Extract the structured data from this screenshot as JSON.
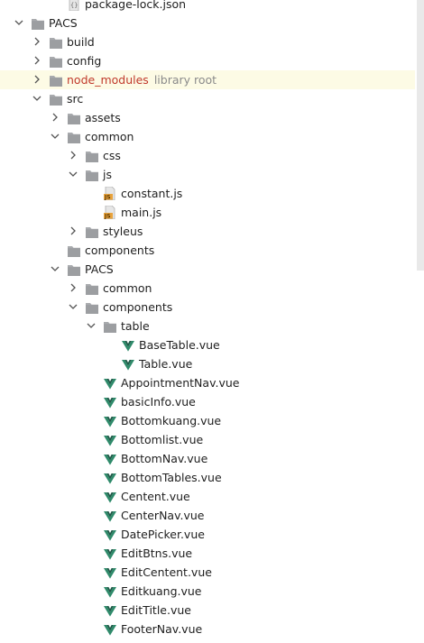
{
  "tree": [
    {
      "label": "package-lock.json",
      "icon": "json-file-icon",
      "depth": 2,
      "arrow": "none"
    },
    {
      "label": "PACS",
      "icon": "folder-icon",
      "depth": 0,
      "arrow": "down"
    },
    {
      "label": "build",
      "icon": "folder-icon",
      "depth": 1,
      "arrow": "right"
    },
    {
      "label": "config",
      "icon": "folder-icon",
      "depth": 1,
      "arrow": "right"
    },
    {
      "label": "node_modules",
      "hint": "library root",
      "icon": "folder-icon",
      "depth": 1,
      "arrow": "right",
      "highlight": true
    },
    {
      "label": "src",
      "icon": "folder-icon",
      "depth": 1,
      "arrow": "down"
    },
    {
      "label": "assets",
      "icon": "folder-icon",
      "depth": 2,
      "arrow": "right"
    },
    {
      "label": "common",
      "icon": "folder-icon",
      "depth": 2,
      "arrow": "down"
    },
    {
      "label": "css",
      "icon": "folder-icon",
      "depth": 3,
      "arrow": "right"
    },
    {
      "label": "js",
      "icon": "folder-icon",
      "depth": 3,
      "arrow": "down"
    },
    {
      "label": "constant.js",
      "icon": "js-file-icon",
      "depth": 4,
      "arrow": "none"
    },
    {
      "label": "main.js",
      "icon": "js-file-icon",
      "depth": 4,
      "arrow": "none"
    },
    {
      "label": "styleus",
      "icon": "folder-icon",
      "depth": 3,
      "arrow": "right"
    },
    {
      "label": "components",
      "icon": "folder-icon",
      "depth": 2,
      "arrow": "none"
    },
    {
      "label": "PACS",
      "icon": "folder-icon",
      "depth": 2,
      "arrow": "down"
    },
    {
      "label": "common",
      "icon": "folder-icon",
      "depth": 3,
      "arrow": "right"
    },
    {
      "label": "components",
      "icon": "folder-icon",
      "depth": 3,
      "arrow": "down"
    },
    {
      "label": "table",
      "icon": "folder-icon",
      "depth": 4,
      "arrow": "down"
    },
    {
      "label": "BaseTable.vue",
      "icon": "vue-file-icon",
      "depth": 5,
      "arrow": "none"
    },
    {
      "label": "Table.vue",
      "icon": "vue-file-icon",
      "depth": 5,
      "arrow": "none"
    },
    {
      "label": "AppointmentNav.vue",
      "icon": "vue-file-icon",
      "depth": 4,
      "arrow": "none"
    },
    {
      "label": "basicInfo.vue",
      "icon": "vue-file-icon",
      "depth": 4,
      "arrow": "none"
    },
    {
      "label": "Bottomkuang.vue",
      "icon": "vue-file-icon",
      "depth": 4,
      "arrow": "none"
    },
    {
      "label": "Bottomlist.vue",
      "icon": "vue-file-icon",
      "depth": 4,
      "arrow": "none"
    },
    {
      "label": "BottomNav.vue",
      "icon": "vue-file-icon",
      "depth": 4,
      "arrow": "none"
    },
    {
      "label": "BottomTables.vue",
      "icon": "vue-file-icon",
      "depth": 4,
      "arrow": "none"
    },
    {
      "label": "Centent.vue",
      "icon": "vue-file-icon",
      "depth": 4,
      "arrow": "none"
    },
    {
      "label": "CenterNav.vue",
      "icon": "vue-file-icon",
      "depth": 4,
      "arrow": "none"
    },
    {
      "label": "DatePicker.vue",
      "icon": "vue-file-icon",
      "depth": 4,
      "arrow": "none"
    },
    {
      "label": "EditBtns.vue",
      "icon": "vue-file-icon",
      "depth": 4,
      "arrow": "none"
    },
    {
      "label": "EditCentent.vue",
      "icon": "vue-file-icon",
      "depth": 4,
      "arrow": "none"
    },
    {
      "label": "Editkuang.vue",
      "icon": "vue-file-icon",
      "depth": 4,
      "arrow": "none"
    },
    {
      "label": "EditTitle.vue",
      "icon": "vue-file-icon",
      "depth": 4,
      "arrow": "none"
    },
    {
      "label": "FooterNav.vue",
      "icon": "vue-file-icon",
      "depth": 4,
      "arrow": "none"
    }
  ],
  "colors": {
    "folder": "#a9abae",
    "vue": "#2e8a6a",
    "js_badge": "#e8a33d",
    "highlight_row": "#fdfbe5",
    "library_label": "#c0392b",
    "hint_text": "#8a8a8a"
  }
}
